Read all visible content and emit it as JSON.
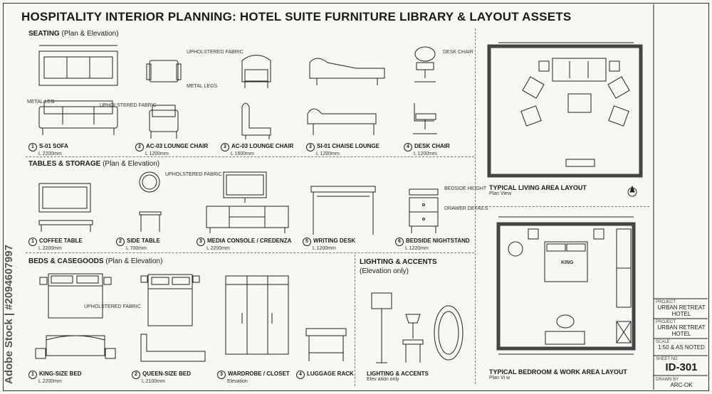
{
  "title": "HOSPITALITY INTERIOR PLANNING: HOTEL SUITE FURNITURE LIBRARY & LAYOUT ASSETS",
  "watermark_vertical": "Adobe Stock | #2094607997",
  "sections": {
    "seating": {
      "title": "SEATING",
      "sub": "(Plan & Elevation)"
    },
    "tables": {
      "title": "TABLES & STORAGE",
      "sub": "(Plan & Elevation)"
    },
    "beds": {
      "title": "BEDS & CASEGOODS",
      "sub": "(Plan & Elevation)"
    },
    "lighting": {
      "title": "LIGHTING & ACCENTS",
      "sub": "(Elevation only)"
    }
  },
  "seating_items": [
    {
      "num": "1",
      "name": "S-01 SOFA",
      "sub": "L 2200mm"
    },
    {
      "num": "2",
      "name": "AC-03 LOUNGE CHAIR",
      "sub": "L 1200mm"
    },
    {
      "num": "3",
      "name": "AC-03 LOUNGE CHAIR",
      "sub": "L 1600mm"
    },
    {
      "num": "3",
      "name": "SI-01 CHAISE LOUNGE",
      "sub": "L 1200mm"
    },
    {
      "num": "4",
      "name": "DESK CHAIR",
      "sub": "L 1200mm"
    }
  ],
  "table_items": [
    {
      "num": "1",
      "name": "COFFEE TABLE",
      "sub": "L 2200mm"
    },
    {
      "num": "2",
      "name": "SIDE TABLE",
      "sub": "L 700mm"
    },
    {
      "num": "3",
      "name": "MEDIA CONSOLE / CREDENZA",
      "sub": "L 2200mm"
    },
    {
      "num": "5",
      "name": "WRITING DESK",
      "sub": "L 1200mm"
    },
    {
      "num": "6",
      "name": "BEDSIDE NIGHTSTAND",
      "sub": "L 1220mm"
    }
  ],
  "bed_items": [
    {
      "num": "1",
      "name": "KING-SIZE BED",
      "sub": "L 2200mm"
    },
    {
      "num": "2",
      "name": "QUEEN-SIZE BED",
      "sub": "L 2100mm"
    },
    {
      "num": "3",
      "name": "WARDROBE / CLOSET",
      "sub": "Elevation"
    },
    {
      "num": "4",
      "name": "LUGGAGE RACK",
      "sub": ""
    }
  ],
  "lighting_item": {
    "name": "LIGHTING & ACCENTS",
    "sub": "Elev ation only"
  },
  "layouts": {
    "living": {
      "title": "TYPICAL LIVING AREA LAYOUT",
      "sub": "Plan View"
    },
    "bedroom": {
      "title": "TYPICAL BEDROOM & WORK AREA LAYOUT",
      "sub": "Plan Vi w",
      "bed_label": "KING"
    }
  },
  "annotations": {
    "sofa_fabric": "UPHOLSTERED FABRIC",
    "sofa_leg": "METAL LEG",
    "chair_notes": "UPHOLSTERED FABRIC",
    "metal_legs": "METAL LEGS",
    "desk_chair": "DESK CHAIR",
    "side_table": "UPHOLSTERED FABRIC",
    "nightstand_top": "BEDSIDE HEIGHT",
    "drawer_details": "DRAWER DETAILS",
    "bed_fabric": "UPHOLSTERED FABRIC"
  },
  "title_block": {
    "project_label": "PROJECT",
    "project_value": "URBAN RETREAT HOTEL",
    "project2_label": "PROJECT",
    "project2_value": "URBAN RETREAT HOTEL",
    "scale_label": "SCALE",
    "scale_value": "1:50 & AS NOTED",
    "sheet_label": "SHEET NO",
    "sheet_value": "ID-301",
    "drawn_label": "DRAWN BY",
    "drawn_value": "ARC-OK"
  },
  "colors": {
    "line": "#222222",
    "paper": "#f7f6f2",
    "wall": "#444444"
  }
}
